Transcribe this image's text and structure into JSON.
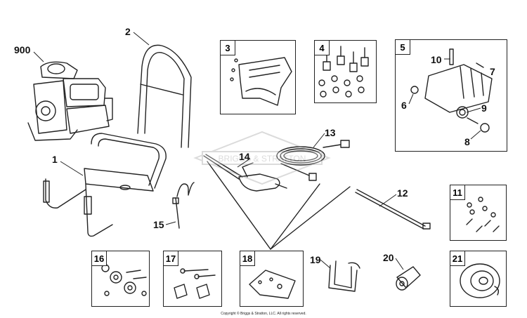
{
  "labels": {
    "l900": "900",
    "l1": "1",
    "l2": "2",
    "l3": "3",
    "l4": "4",
    "l5": "5",
    "l6": "6",
    "l7": "7",
    "l8": "8",
    "l9": "9",
    "l10": "10",
    "l11": "11",
    "l12": "12",
    "l13": "13",
    "l14": "14",
    "l15": "15",
    "l16": "16",
    "l17": "17",
    "l18": "18",
    "l19": "19",
    "l20": "20",
    "l21": "21"
  },
  "copyright": "Copyright © Briggs & Stratton, LLC. All rights reserved.",
  "watermark_text": "BRIGGS & STRATTON",
  "colors": {
    "stroke": "#222222",
    "watermark": "#9a9a9a"
  }
}
